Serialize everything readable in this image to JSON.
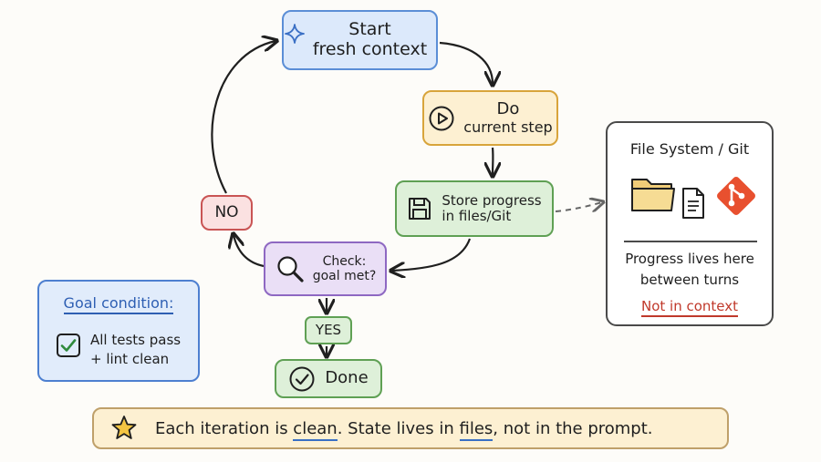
{
  "nodes": {
    "start": {
      "line1": "Start",
      "line2": "fresh context"
    },
    "do": {
      "line1": "Do",
      "line2": "current step"
    },
    "store": {
      "line1": "Store progress",
      "line2": "in files/Git"
    },
    "check": {
      "line1": "Check:",
      "line2": "goal met?"
    },
    "no": "NO",
    "yes": "YES",
    "done": "Done"
  },
  "goal": {
    "title": "Goal condition:",
    "line1": "All tests pass",
    "line2": "+ lint clean"
  },
  "fs": {
    "title": "File System / Git",
    "note1": "Progress lives here",
    "note2": "between turns",
    "warning": "Not in context"
  },
  "banner": {
    "part1": "Each iteration is ",
    "kw1": "clean",
    "part2": ".  State lives in ",
    "kw2": "files",
    "part3": ", not in the prompt."
  },
  "colors": {
    "start": "#5b8ed6",
    "do": "#d8a43b",
    "store": "#5fa054",
    "check": "#8e68c2",
    "no": "#c95454",
    "goal": "#4d7fd0",
    "warning": "#c0392b",
    "git": "#e8502f"
  },
  "icons": {
    "start": "sparkle-icon",
    "do": "play-icon",
    "store": "floppy-disk-icon",
    "check": "magnifier-icon",
    "done": "check-circle-icon",
    "goal": "checkbox-icon",
    "fs": [
      "folder-icon",
      "document-icon",
      "git-icon"
    ],
    "banner": "star-icon"
  }
}
